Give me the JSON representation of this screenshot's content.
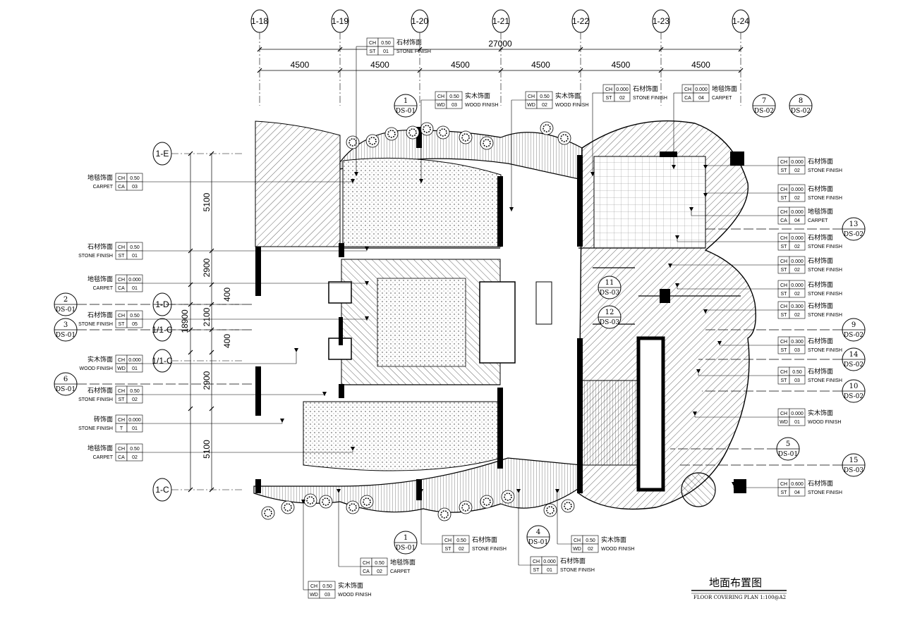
{
  "title": {
    "cn": "地面布置图",
    "en": "FLOOR COVERING PLAN 1:100@A2"
  },
  "axes_top": [
    "1-18",
    "1-19",
    "1-20",
    "1-21",
    "1-22",
    "1-23",
    "1-24"
  ],
  "axes_left": [
    "1-E",
    "1-D",
    "1/1-C",
    "1/1-C",
    "1-C"
  ],
  "dims_top": {
    "total": "27000",
    "spans": [
      "4500",
      "4500",
      "4500",
      "4500",
      "4500",
      "4500"
    ]
  },
  "dims_left": {
    "total": "18900",
    "spans": [
      "5100",
      "2900",
      "400",
      "2100",
      "400",
      "2900",
      "5100"
    ]
  },
  "section_refs": [
    {
      "num": "1",
      "sheet": "DS-01"
    },
    {
      "num": "7",
      "sheet": "DS-02"
    },
    {
      "num": "8",
      "sheet": "DS-02"
    },
    {
      "num": "2",
      "sheet": "DS-01"
    },
    {
      "num": "3",
      "sheet": "DS-01"
    },
    {
      "num": "6",
      "sheet": "DS-01"
    },
    {
      "num": "11",
      "sheet": "DS-03"
    },
    {
      "num": "12",
      "sheet": "DS-03"
    },
    {
      "num": "13",
      "sheet": "DS-02"
    },
    {
      "num": "9",
      "sheet": "DS-02"
    },
    {
      "num": "14",
      "sheet": "DS-02"
    },
    {
      "num": "10",
      "sheet": "DS-02"
    },
    {
      "num": "5",
      "sheet": "DS-01"
    },
    {
      "num": "15",
      "sheet": "DS-03"
    },
    {
      "num": "1",
      "sheet": "DS-01"
    },
    {
      "num": "4",
      "sheet": "DS-01"
    }
  ],
  "tags": [
    {
      "cn": "石材饰面",
      "en": "STONE FINISH",
      "ch": "0.50",
      "code": "ST",
      "idx": "01"
    },
    {
      "cn": "实木饰面",
      "en": "WOOD FINISH",
      "ch": "0.50",
      "code": "WD",
      "idx": "03"
    },
    {
      "cn": "实木饰面",
      "en": "WOOD FINISH",
      "ch": "0.50",
      "code": "WD",
      "idx": "02"
    },
    {
      "cn": "石材饰面",
      "en": "STONE FINISH",
      "ch": "0.000",
      "code": "ST",
      "idx": "02"
    },
    {
      "cn": "地毯饰面",
      "en": "CARPET",
      "ch": "0.000",
      "code": "CA",
      "idx": "04"
    },
    {
      "cn": "地毯饰面",
      "en": "CARPET",
      "ch": "0.50",
      "code": "CA",
      "idx": "03"
    },
    {
      "cn": "石材饰面",
      "en": "STONE FINISH",
      "ch": "0.50",
      "code": "ST",
      "idx": "01"
    },
    {
      "cn": "地毯饰面",
      "en": "CARPET",
      "ch": "0.000",
      "code": "CA",
      "idx": "01"
    },
    {
      "cn": "石材饰面",
      "en": "STONE FINISH",
      "ch": "0.50",
      "code": "ST",
      "idx": "05"
    },
    {
      "cn": "实木饰面",
      "en": "WOOD FINISH",
      "ch": "0.000",
      "code": "WD",
      "idx": "01"
    },
    {
      "cn": "石材饰面",
      "en": "STONE FINISH",
      "ch": "0.50",
      "code": "ST",
      "idx": "02"
    },
    {
      "cn": "砖饰面",
      "en": "STONE FINISH",
      "ch": "0.000",
      "code": "T",
      "idx": "01"
    },
    {
      "cn": "地毯饰面",
      "en": "CARPET",
      "ch": "0.50",
      "code": "CA",
      "idx": "02"
    },
    {
      "cn": "石材饰面",
      "en": "STONE FINISH",
      "ch": "0.000",
      "code": "ST",
      "idx": "02"
    },
    {
      "cn": "石材饰面",
      "en": "STONE FINISH",
      "ch": "0.000",
      "code": "ST",
      "idx": "02"
    },
    {
      "cn": "地毯饰面",
      "en": "CARPET",
      "ch": "0.000",
      "code": "CA",
      "idx": "04"
    },
    {
      "cn": "石材饰面",
      "en": "STONE FINISH",
      "ch": "0.000",
      "code": "ST",
      "idx": "02"
    },
    {
      "cn": "石材饰面",
      "en": "STONE FINISH",
      "ch": "0.000",
      "code": "ST",
      "idx": "02"
    },
    {
      "cn": "石材饰面",
      "en": "STONE FINISH",
      "ch": "0.000",
      "code": "ST",
      "idx": "02"
    },
    {
      "cn": "石材饰面",
      "en": "STONE FINISH",
      "ch": "0.300",
      "code": "ST",
      "idx": "02"
    },
    {
      "cn": "石材饰面",
      "en": "STONE FINISH",
      "ch": "0.300",
      "code": "ST",
      "idx": "03"
    },
    {
      "cn": "石材饰面",
      "en": "STONE FINISH",
      "ch": "0.50",
      "code": "ST",
      "idx": "03"
    },
    {
      "cn": "实木饰面",
      "en": "WOOD FINISH",
      "ch": "0.000",
      "code": "WD",
      "idx": "01"
    },
    {
      "cn": "石材饰面",
      "en": "STONE FINISH",
      "ch": "0.600",
      "code": "ST",
      "idx": "04"
    },
    {
      "cn": "石材饰面",
      "en": "STONE FINISH",
      "ch": "0.50",
      "code": "ST",
      "idx": "02"
    },
    {
      "cn": "实木饰面",
      "en": "WOOD FINISH",
      "ch": "0.50",
      "code": "WD",
      "idx": "02"
    },
    {
      "cn": "石材饰面",
      "en": "STONE FINISH",
      "ch": "0.000",
      "code": "ST",
      "idx": "01"
    },
    {
      "cn": "地毯饰面",
      "en": "CARPET",
      "ch": "0.50",
      "code": "CA",
      "idx": "02"
    },
    {
      "cn": "实木饰面",
      "en": "WOOD FINISH",
      "ch": "0.50",
      "code": "WD",
      "idx": "03"
    }
  ],
  "colors": {
    "line": "#000000",
    "fill_dark": "#000000",
    "paper": "#ffffff"
  }
}
